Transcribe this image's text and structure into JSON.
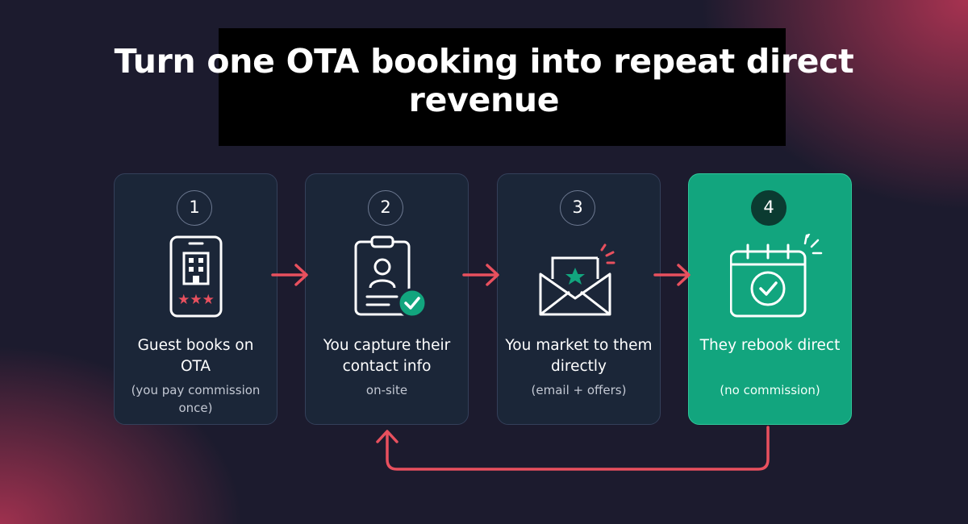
{
  "title": "Turn one OTA booking into repeat direct revenue",
  "accent_color": "#12a57e",
  "arrow_color": "#e8505e",
  "steps": [
    {
      "number": "1",
      "heading": "Guest books on OTA",
      "sub": "(you pay commission once)",
      "icon": "phone-hotel-icon"
    },
    {
      "number": "2",
      "heading": "You capture their contact info",
      "sub": "on-site",
      "icon": "clipboard-contact-icon"
    },
    {
      "number": "3",
      "heading": "You market to them directly",
      "sub": "(email + offers)",
      "icon": "envelope-star-icon"
    },
    {
      "number": "4",
      "heading": "They rebook direct",
      "sub": "(no commission)",
      "icon": "calendar-check-icon"
    }
  ]
}
